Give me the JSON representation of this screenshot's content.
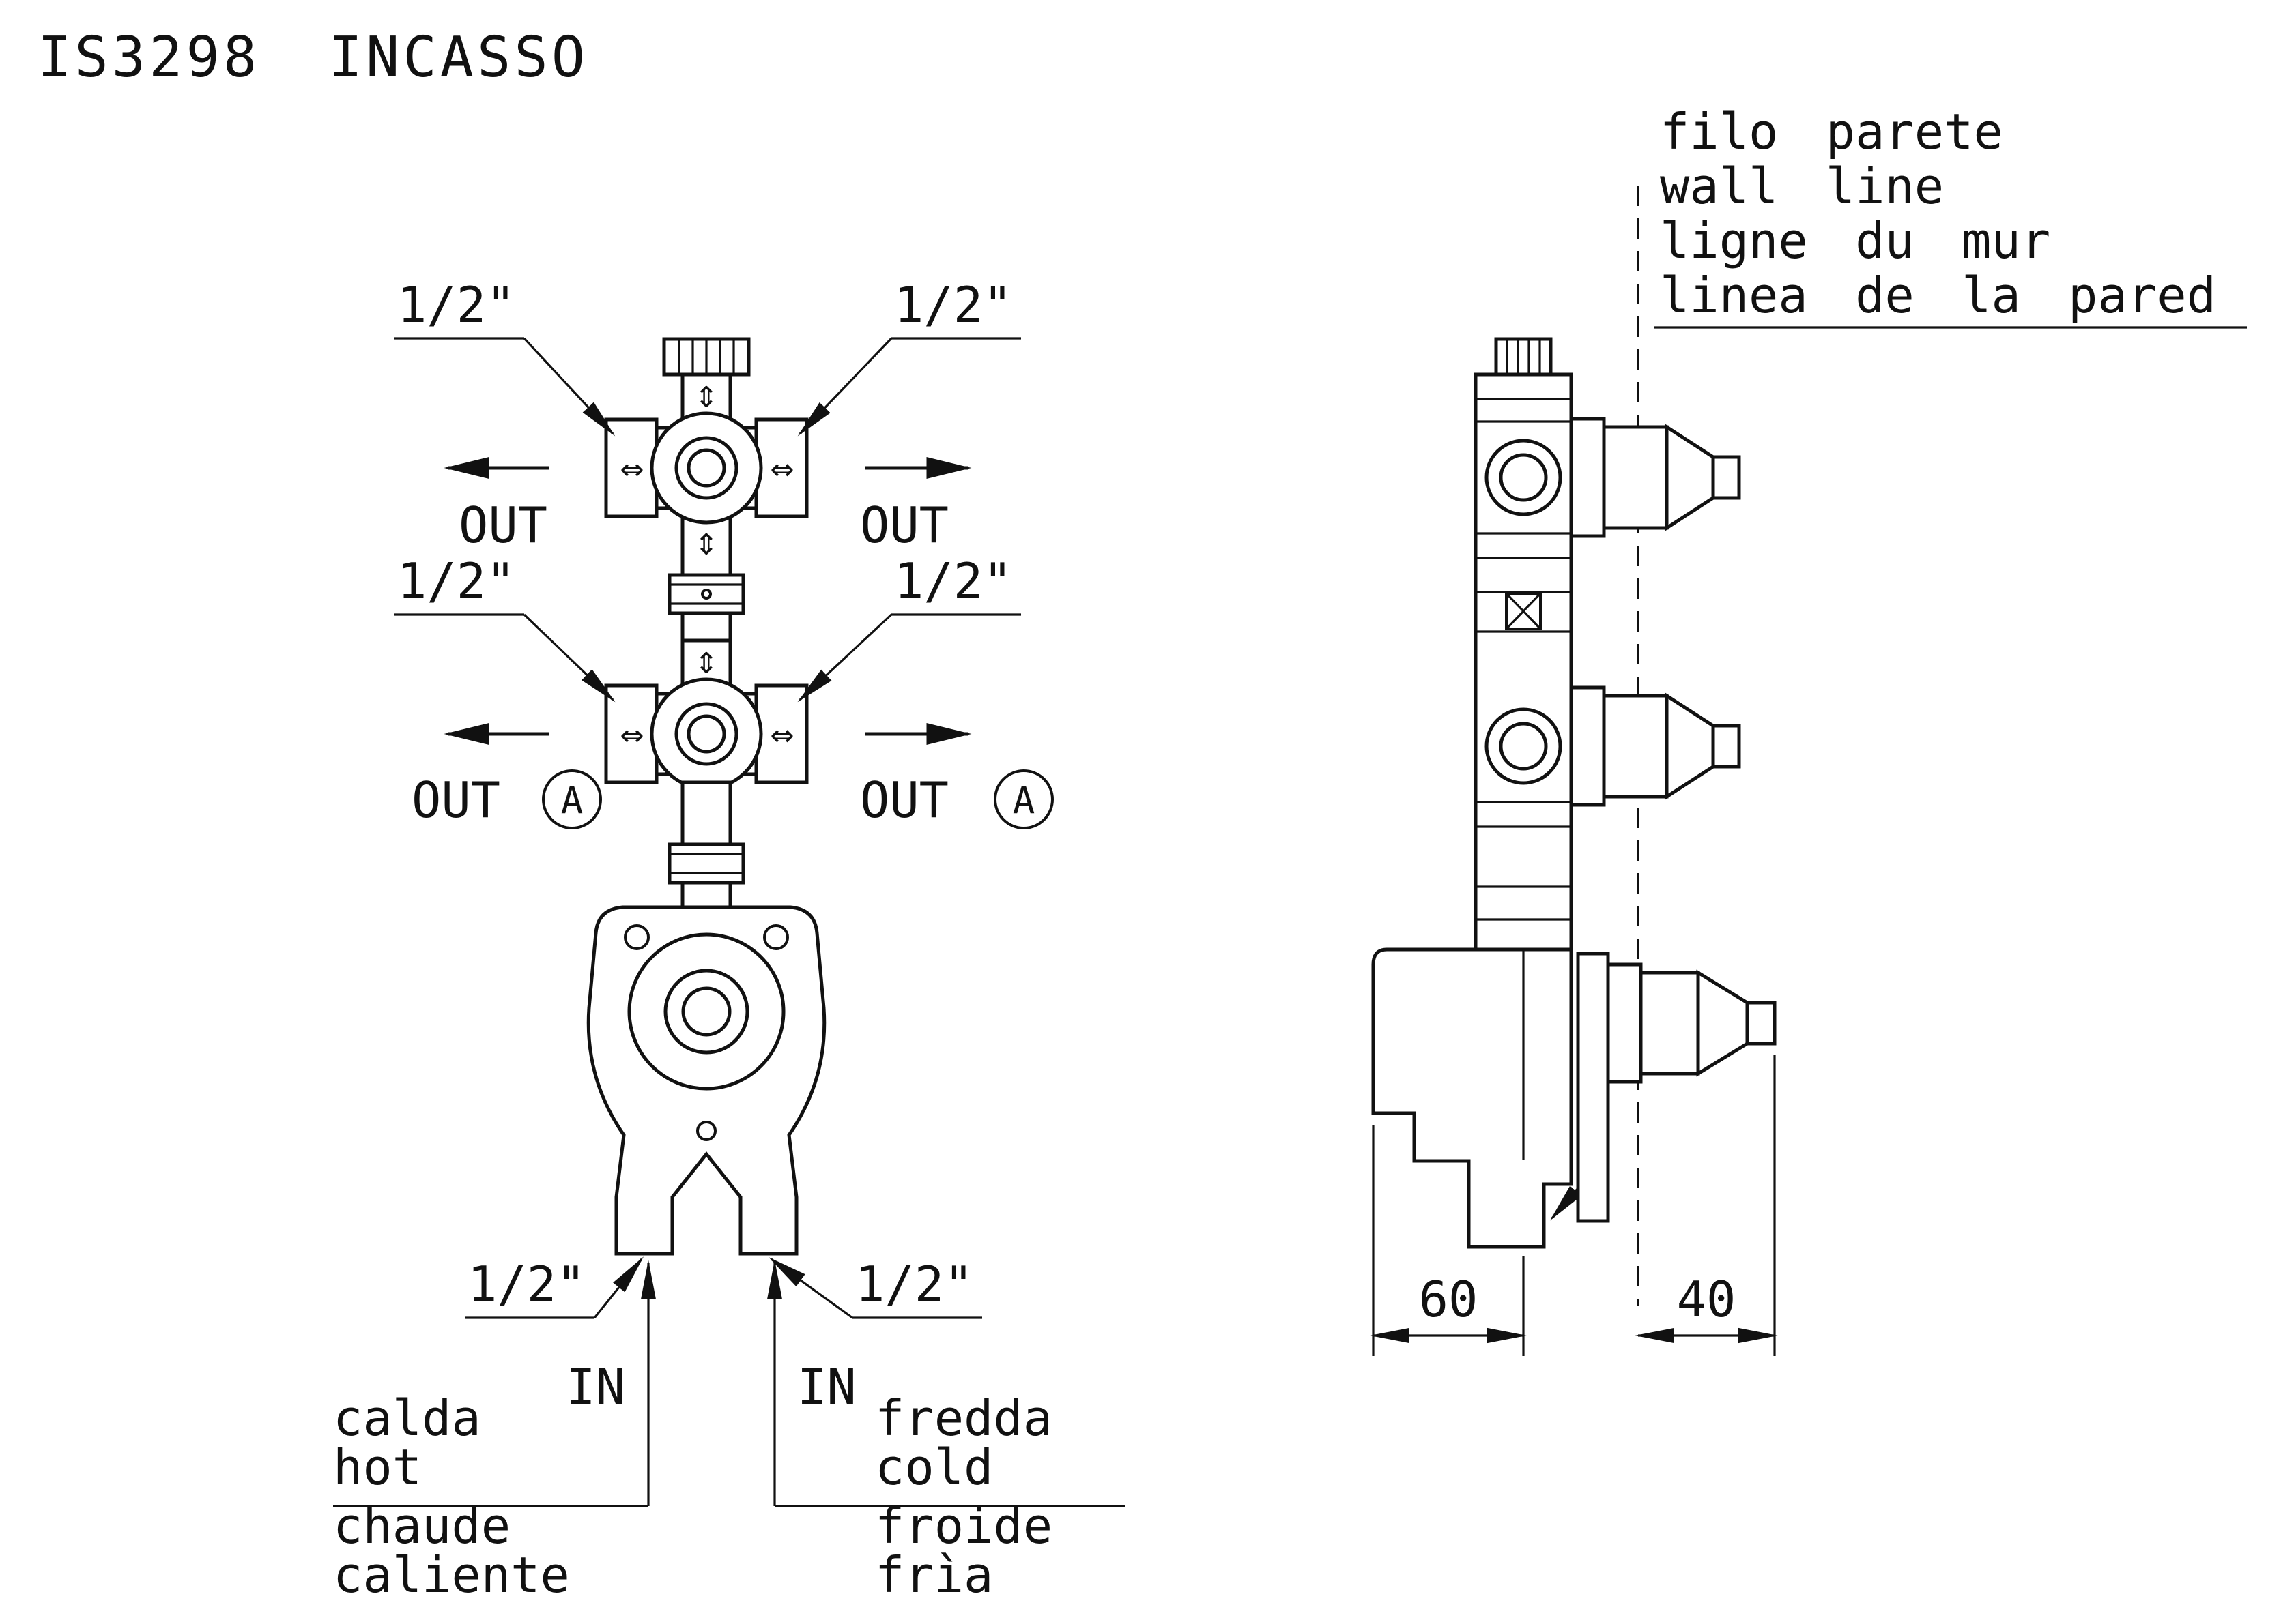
{
  "title": "IS3298 INCASSO",
  "wall_line": {
    "labels": [
      "filo parete",
      "wall line",
      "ligne du mur",
      "linea de la pared"
    ]
  },
  "front_view": {
    "port_size": "1/2\"",
    "out_top_left": "OUT",
    "out_top_right": "OUT",
    "out_mid_left": "OUT",
    "out_mid_right": "OUT",
    "outlet_badge": "A",
    "in_left": "IN",
    "in_right": "IN",
    "hot_labels": [
      "calda",
      "hot",
      "chaude",
      "caliente"
    ],
    "cold_labels": [
      "fredda",
      "cold",
      "froide",
      "frìa"
    ]
  },
  "side_view": {
    "dim_behind_wall": "60",
    "dim_front_of_wall": "40"
  },
  "icons": {
    "flow_horizontal": "⇔",
    "flow_vertical": "⇕"
  },
  "colors": {
    "ink": "#111111",
    "paper": "#ffffff"
  }
}
